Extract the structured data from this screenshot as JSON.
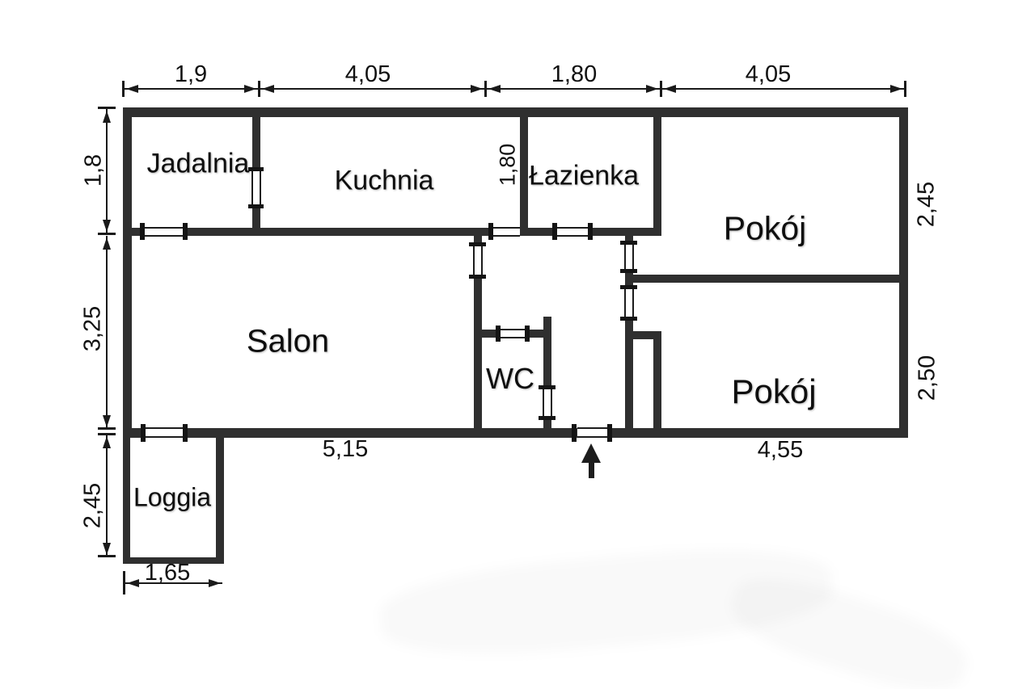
{
  "plan": {
    "room_labels": {
      "jadalnia": "Jadalnia",
      "kuchnia": "Kuchnia",
      "lazienka": "Łazienka",
      "pokoj_top": "Pokój",
      "salon": "Salon",
      "wc": "WC",
      "pokoj_bottom": "Pokój",
      "loggia": "Loggia"
    },
    "dim_labels": {
      "top_1": "1,9",
      "top_2": "4,05",
      "top_3": "1,80",
      "top_4": "4,05",
      "left_1": "1,8",
      "left_2": "3,25",
      "left_3": "2,45",
      "right_1": "2,45",
      "right_2": "2,50",
      "bottom_salon": "5,15",
      "bottom_pokoj": "4,55",
      "loggia_width": "1,65",
      "lazienka_inner": "1,80"
    },
    "colors": {
      "wall": "#2f2f2f",
      "dim_line": "#1a1a1a",
      "background": "#ffffff",
      "label": "#111111"
    }
  }
}
